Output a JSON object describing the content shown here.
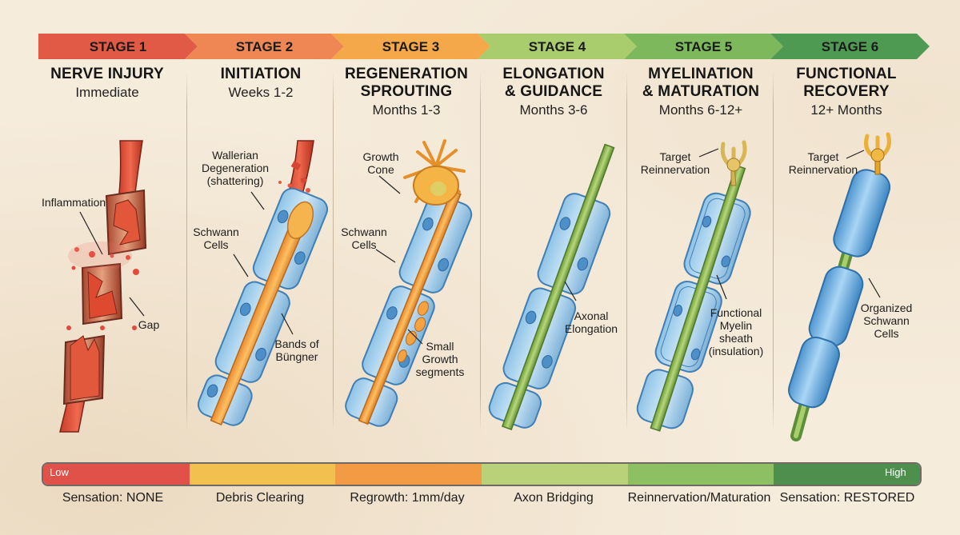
{
  "stages": [
    {
      "banner": "STAGE 1",
      "title": "NERVE INJURY",
      "time": "Immediate",
      "bottom": "Sensation: NONE",
      "color": "#e05a45"
    },
    {
      "banner": "STAGE 2",
      "title": "INITIATION",
      "time": "Weeks 1-2",
      "bottom": "Debris Clearing",
      "color": "#ee8753"
    },
    {
      "banner": "STAGE 3",
      "title": "REGENERATION\nSPROUTING",
      "time": "Months 1-3",
      "bottom": "Regrowth: 1mm/day",
      "color": "#f5a84a"
    },
    {
      "banner": "STAGE 4",
      "title": "ELONGATION\n& GUIDANCE",
      "time": "Months 3-6",
      "bottom": "Axon Bridging",
      "color": "#a9cc6c"
    },
    {
      "banner": "STAGE 5",
      "title": "MYELINATION\n& MATURATION",
      "time": "Months 6-12+",
      "bottom": "Reinnervation/Maturation",
      "color": "#7db85c"
    },
    {
      "banner": "STAGE 6",
      "title": "FUNCTIONAL\nRECOVERY",
      "time": "12+ Months",
      "bottom": "Sensation: RESTORED",
      "color": "#4f9a53"
    }
  ],
  "annotations": {
    "s1_inflammation": "Inflammation",
    "s1_gap": "Gap",
    "s2_wallerian": "Wallerian\nDegeneration\n(shattering)",
    "s2_schwann": "Schwann\nCells",
    "s2_bands": "Bands of\nBüngner",
    "s3_growth_cone": "Growth\nCone",
    "s3_schwann": "Schwann\nCells",
    "s3_small": "Small\nGrowth\nsegments",
    "s4_axonal": "Axonal\nElongation",
    "s5_target": "Target\nReinnervation",
    "s5_myelin": "Functional\nMyelin\nsheath\n(insulation)",
    "s6_target": "Target\nReinnervation",
    "s6_organized": "Organized\nSchwann\nCells"
  },
  "progress": {
    "low_label": "Low",
    "high_label": "High",
    "colors": [
      "#e0514a",
      "#f2c04f",
      "#f39a44",
      "#b9d27a",
      "#8dc063",
      "#4e8f4e"
    ]
  }
}
